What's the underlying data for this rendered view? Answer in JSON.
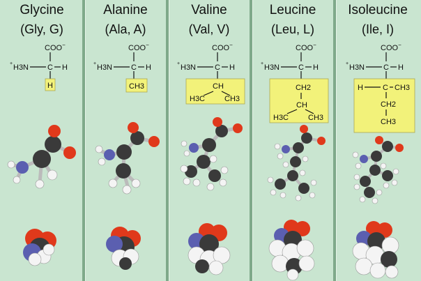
{
  "amino_acids": [
    {
      "name": "Glycine",
      "abbr": "(Gly, G)",
      "side_chain": [
        "H"
      ]
    },
    {
      "name": "Alanine",
      "abbr": "(Ala, A)",
      "side_chain": [
        "CH3"
      ]
    },
    {
      "name": "Valine",
      "abbr": "(Val, V)",
      "side_chain": [
        "CH",
        "H3C",
        "CH3"
      ]
    },
    {
      "name": "Leucine",
      "abbr": "(Leu, L)",
      "side_chain": [
        "CH2",
        "CH",
        "H3C",
        "CH3"
      ]
    },
    {
      "name": "Isoleucine",
      "abbr": "(Ile, I)",
      "side_chain": [
        "H",
        "C",
        "CH3",
        "CH2",
        "CH3"
      ]
    }
  ],
  "backbone": {
    "carboxylate": "COO",
    "charge_minus": "−",
    "amine": "H3N",
    "charge_plus": "+",
    "carbon": "C",
    "hydrogen": "H"
  },
  "colors": {
    "background": "#c9e5d0",
    "side_chain_box": "#f2f27a",
    "carbon": "#3a3a3a",
    "oxygen": "#e0391b",
    "nitrogen": "#5b5fb0",
    "hydrogen": "#f4f4f4"
  }
}
